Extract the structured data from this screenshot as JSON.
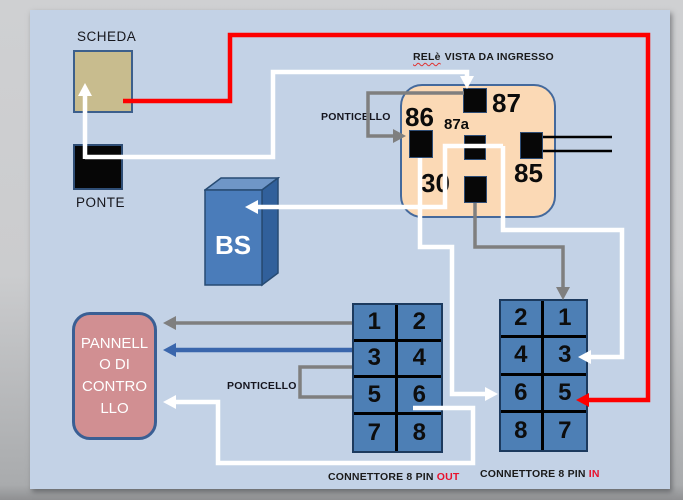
{
  "diagram": {
    "scheda_label": "SCHEDA",
    "ponte_label": "PONTE",
    "bs_label": "BS",
    "pannello_label": "PANNELLO DI CONTROLLO",
    "relay_title_word": "RELè",
    "relay_title_rest": "VISTA DA INGRESSO",
    "ponticello_relay_label": "PONTICELLO",
    "ponticello_connector_label": "PONTICELLO",
    "relay_pins": {
      "p87": "87",
      "p86": "86",
      "p87a": "87a",
      "p85": "85",
      "p30": "30"
    },
    "connector_out": {
      "cells": [
        "1",
        "2",
        "3",
        "4",
        "5",
        "6",
        "7",
        "8"
      ],
      "caption_prefix": "CONNETTORE 8 PIN",
      "caption_highlight": "OUT"
    },
    "connector_in": {
      "cells": [
        "2",
        "1",
        "4",
        "3",
        "6",
        "5",
        "8",
        "7"
      ],
      "caption_prefix": "CONNETTORE 8 PIN",
      "caption_highlight": "IN"
    },
    "colors": {
      "slide_bg": "#c3d2e6",
      "relay_fill": "#fbd9b5",
      "relay_border": "#44699c",
      "connector_fill": "#4d7fb5",
      "pannello_fill": "#d18f92",
      "scheda_fill": "#c8bc8e",
      "bs_front": "#4a7cba",
      "wire_white": "#ffffff",
      "wire_gray": "#7f7f7f",
      "wire_blue": "#3a66ac",
      "wire_red": "#fe0000",
      "wire_black": "#000000",
      "caption_highlight": "#e8112d"
    }
  }
}
